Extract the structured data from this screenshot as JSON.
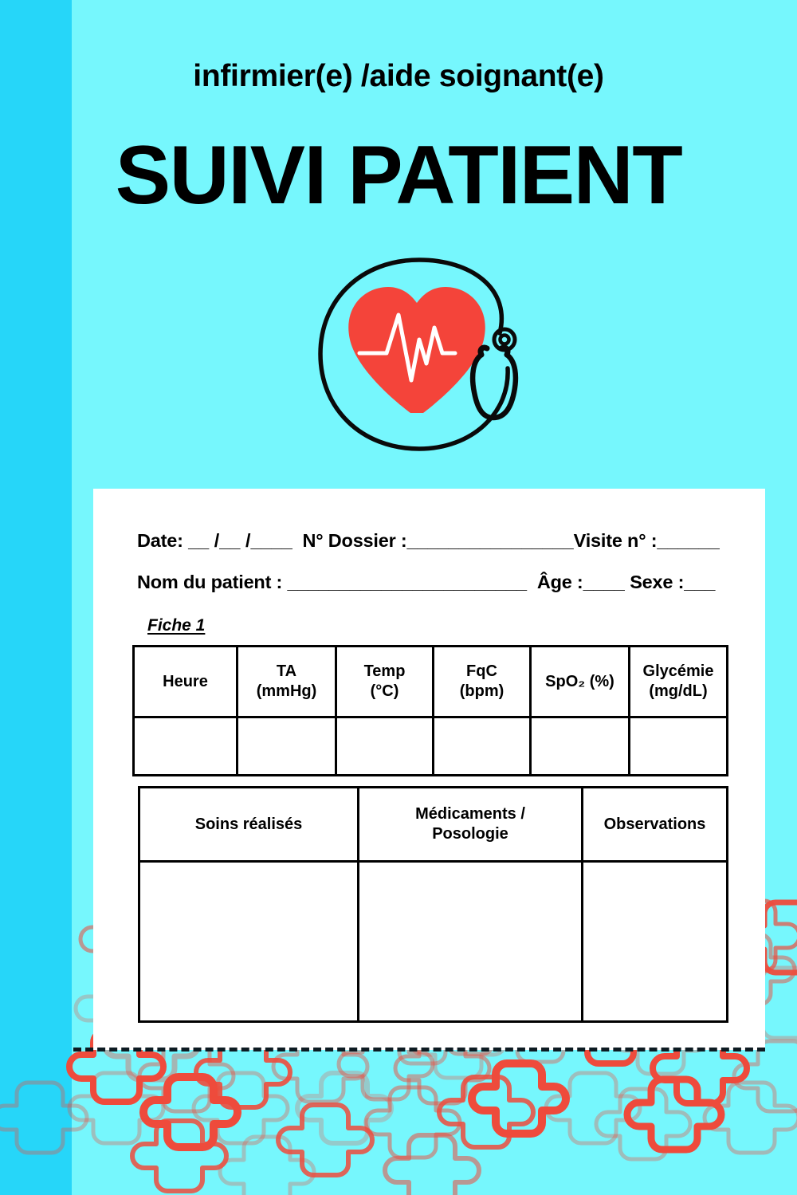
{
  "cover": {
    "subtitle": "infirmier(e) /aide soignant(e)",
    "title": "SUIVI PATIENT",
    "logo_name": "heart-stethoscope-logo"
  },
  "colors": {
    "background": "#76F7FD",
    "spine": "#26D6F9",
    "card": "#FFFFFF",
    "heart": "#F4443A",
    "cross_accent": "#EE4B3C",
    "ink": "#000000"
  },
  "form": {
    "date_label": "Date:",
    "date_value": "__ /__ /____",
    "dossier_label": "N° Dossier :",
    "dossier_value": "________________",
    "visite_label": "Visite n° :",
    "visite_value": "______",
    "nom_label": "Nom du patient :",
    "nom_value": "_______________________",
    "age_label": "Âge :",
    "age_value": "____",
    "sexe_label": "Sexe :",
    "sexe_value": "___",
    "fiche_label": "Fiche 1"
  },
  "vitals_table": {
    "headers": [
      {
        "line1": "Heure",
        "line2": ""
      },
      {
        "line1": "TA",
        "line2": "(mmHg)"
      },
      {
        "line1": "Temp",
        "line2": "(°C)"
      },
      {
        "line1": "FqC",
        "line2": "(bpm)"
      },
      {
        "line1": "SpO₂ (%)",
        "line2": ""
      },
      {
        "line1": "Glycémie",
        "line2": "(mg/dL)"
      }
    ],
    "rows": [
      [
        "",
        "",
        "",
        "",
        "",
        ""
      ]
    ]
  },
  "care_table": {
    "headers": [
      {
        "line1": "Soins réalisés",
        "line2": ""
      },
      {
        "line1": "Médicaments /",
        "line2": "Posologie"
      },
      {
        "line1": "Observations",
        "line2": ""
      }
    ],
    "rows": [
      [
        "",
        "",
        ""
      ]
    ]
  }
}
